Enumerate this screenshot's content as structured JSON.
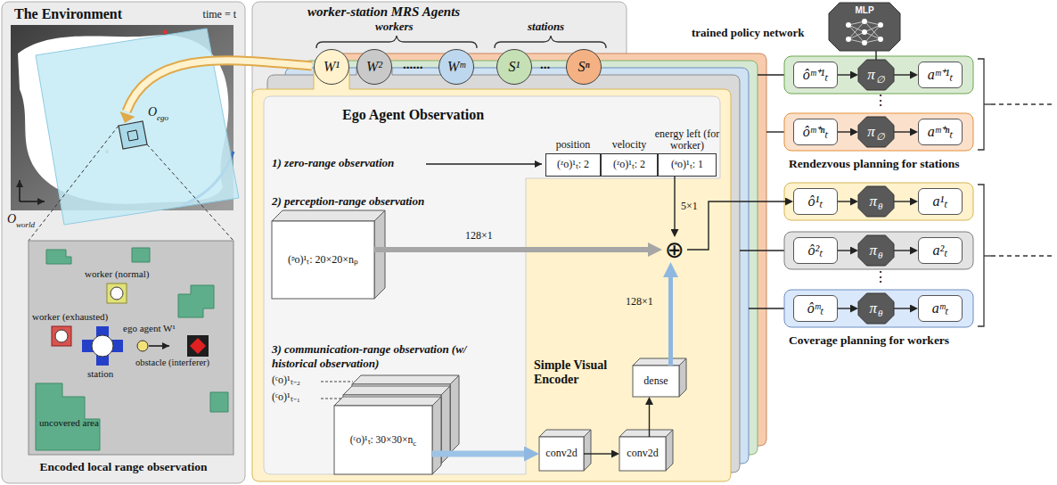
{
  "diagram": {
    "nodes": [
      {
        "text": [
          "The Environment",
          "time = t",
          "Encoded local range observation"
        ]
      },
      {
        "text": [
          "worker-station MRS Agents"
        ]
      },
      {
        "text": [
          "W¹"
        ],
        "in": 1
      },
      {
        "text": [
          "W²"
        ],
        "in": 1
      },
      {
        "text": [
          "Wᵐ"
        ],
        "in": 1
      },
      {
        "text": [
          "S¹"
        ],
        "in": 1
      },
      {
        "text": [
          "Sⁿ"
        ],
        "in": 1
      },
      {
        "text": [
          "Ego Agent Observation"
        ]
      },
      {
        "text": [
          "position",
          "(ᶻo)¹ₜ: 2"
        ],
        "in": 7
      },
      {
        "text": [
          "velocity",
          "(ᶻo)¹ₜ: 2"
        ],
        "in": 7
      },
      {
        "text": [
          "energy left (for worker)",
          "(ᵉo)¹ₜ: 1"
        ],
        "in": 7
      },
      {
        "text": [
          "(ᵖo)¹ₜ: 20×20×nₚ"
        ],
        "in": 7
      },
      {
        "text": [
          "(ᶜo)¹ₜ: 30×30×n",
          "c"
        ],
        "in": 7
      },
      {
        "text": [
          "Simple Visual Encoder"
        ],
        "in": 7
      },
      {
        "text": [
          "conv2d"
        ],
        "in": 13
      },
      {
        "text": [
          "conv2d"
        ],
        "in": 13
      },
      {
        "text": [
          "dense"
        ],
        "in": 13
      },
      {
        "text": [
          "⊕"
        ],
        "in": 7
      },
      {
        "text": [
          "MLP"
        ]
      },
      {
        "text": [
          "ôᵐ⁺¹ₜ"
        ]
      },
      {
        "text": [
          "π",
          "∅"
        ]
      },
      {
        "text": [
          "aᵐ⁺¹ₜ"
        ]
      },
      {
        "text": [
          "ôᵐ⁺ⁿₜ"
        ]
      },
      {
        "text": [
          "π",
          "∅"
        ]
      },
      {
        "text": [
          "aᵐ⁺ⁿₜ"
        ]
      },
      {
        "text": [
          "ô¹ₜ"
        ]
      },
      {
        "text": [
          "π",
          "θ"
        ]
      },
      {
        "text": [
          "a¹ₜ"
        ]
      },
      {
        "text": [
          "ô²ₜ"
        ]
      },
      {
        "text": [
          "π",
          "θ"
        ]
      },
      {
        "text": [
          "a²ₜ"
        ]
      },
      {
        "text": [
          "ôᵐₜ"
        ]
      },
      {
        "text": [
          "π",
          "θ"
        ]
      },
      {
        "text": [
          "aᵐₜ"
        ]
      }
    ],
    "edges": [
      {
        "from": 12,
        "to": 14,
        "arrow": "to"
      },
      {
        "from": 14,
        "to": 15,
        "arrow": "to"
      },
      {
        "from": 15,
        "to": 16,
        "arrow": "to"
      },
      {
        "from": 16,
        "to": 17,
        "label": "128×1",
        "arrow": "to"
      },
      {
        "from": 11,
        "to": 17,
        "label": "128×1",
        "arrow": "to"
      },
      {
        "from": 10,
        "to": 17,
        "label": "5×1",
        "arrow": "to"
      },
      {
        "from": 17,
        "to": 25,
        "arrow": "to"
      },
      {
        "from": 18,
        "to": 20,
        "arrow": "none"
      },
      {
        "from": 19,
        "to": 20,
        "arrow": "to"
      },
      {
        "from": 20,
        "to": 21,
        "arrow": "to"
      },
      {
        "from": 22,
        "to": 23,
        "arrow": "to"
      },
      {
        "from": 23,
        "to": 24,
        "arrow": "to"
      },
      {
        "from": 25,
        "to": 26,
        "arrow": "to"
      },
      {
        "from": 26,
        "to": 27,
        "arrow": "to"
      },
      {
        "from": 28,
        "to": 29,
        "arrow": "to"
      },
      {
        "from": 29,
        "to": 30,
        "arrow": "to"
      },
      {
        "from": 31,
        "to": 32,
        "arrow": "to"
      },
      {
        "from": 32,
        "to": 33,
        "arrow": "to"
      }
    ],
    "labels": [
      "O",
      "ego",
      "O",
      "world",
      "worker (normal)",
      "worker (exhausted)",
      "ego agent W¹",
      "station",
      "obstacle (interferer)",
      "uncovered area",
      "workers",
      "stations",
      "......",
      "...",
      "1) zero-range observation",
      "2) perception-range observation",
      "3) communication-range observation (w/ historical observation)",
      "(ᶜo)¹ₜ₋₂",
      "(ᶜo)¹ₜ₋₁",
      "trained policy network",
      "⋮",
      "⋮",
      "Rendezvous planning for stations",
      "Coverage planning for workers"
    ]
  }
}
